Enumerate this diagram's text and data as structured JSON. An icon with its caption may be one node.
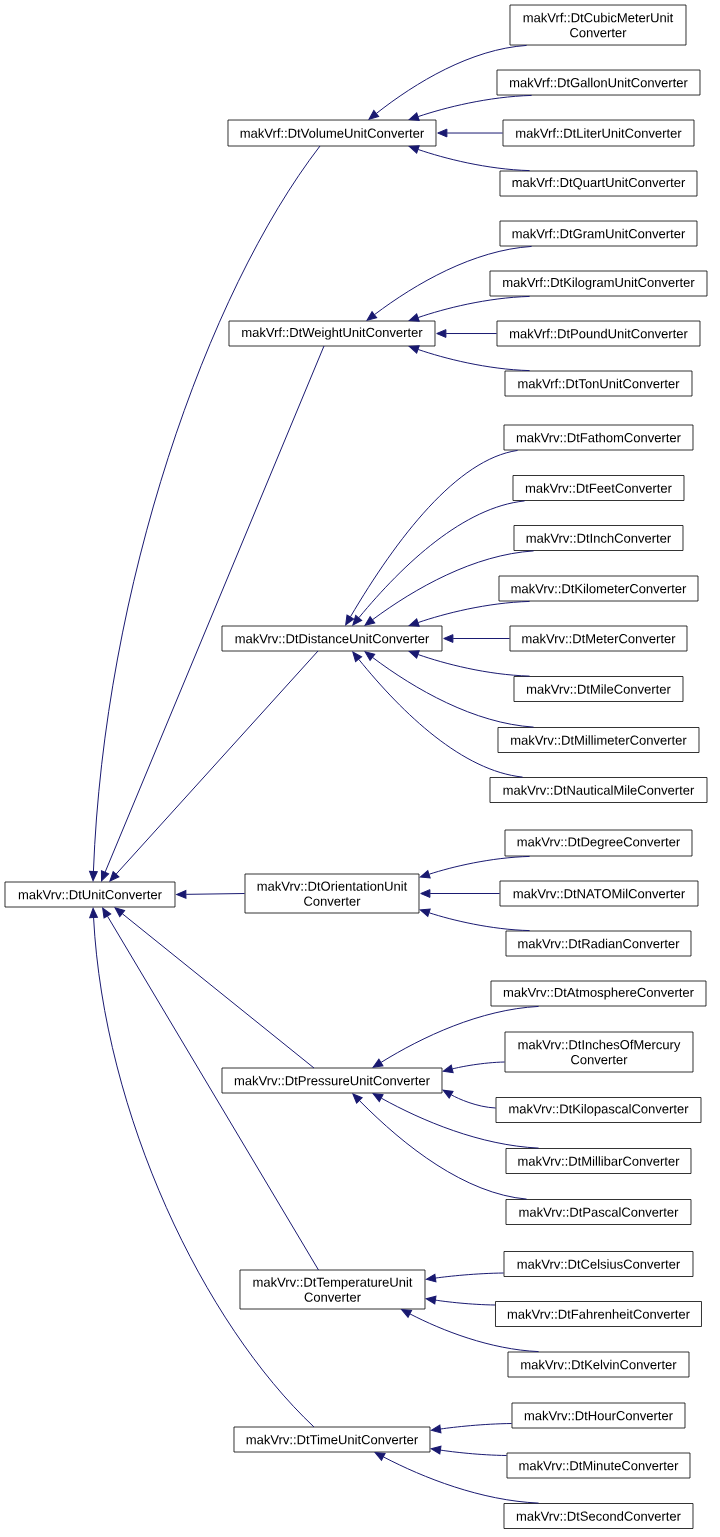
{
  "diagram": {
    "nodes": [
      {
        "text": [
          "makVrv::DtUnitConverter"
        ]
      },
      {
        "text": [
          "makVrf::DtVolumeUnitConverter"
        ]
      },
      {
        "text": [
          "makVrf::DtWeightUnitConverter"
        ]
      },
      {
        "text": [
          "makVrv::DtDistanceUnitConverter"
        ]
      },
      {
        "text": [
          "makVrv::DtOrientationUnit Converter"
        ]
      },
      {
        "text": [
          "makVrv::DtPressureUnitConverter"
        ]
      },
      {
        "text": [
          "makVrv::DtTemperatureUnit Converter"
        ]
      },
      {
        "text": [
          "makVrv::DtTimeUnitConverter"
        ]
      },
      {
        "text": [
          "makVrf::DtCubicMeterUnit Converter"
        ]
      },
      {
        "text": [
          "makVrf::DtGallonUnitConverter"
        ]
      },
      {
        "text": [
          "makVrf::DtLiterUnitConverter"
        ]
      },
      {
        "text": [
          "makVrf::DtQuartUnitConverter"
        ]
      },
      {
        "text": [
          "makVrf::DtGramUnitConverter"
        ]
      },
      {
        "text": [
          "makVrf::DtKilogramUnitConverter"
        ]
      },
      {
        "text": [
          "makVrf::DtPoundUnitConverter"
        ]
      },
      {
        "text": [
          "makVrf::DtTonUnitConverter"
        ]
      },
      {
        "text": [
          "makVrv::DtFathomConverter"
        ]
      },
      {
        "text": [
          "makVrv::DtFeetConverter"
        ]
      },
      {
        "text": [
          "makVrv::DtInchConverter"
        ]
      },
      {
        "text": [
          "makVrv::DtKilometerConverter"
        ]
      },
      {
        "text": [
          "makVrv::DtMeterConverter"
        ]
      },
      {
        "text": [
          "makVrv::DtMileConverter"
        ]
      },
      {
        "text": [
          "makVrv::DtMillimeterConverter"
        ]
      },
      {
        "text": [
          "makVrv::DtNauticalMileConverter"
        ]
      },
      {
        "text": [
          "makVrv::DtDegreeConverter"
        ]
      },
      {
        "text": [
          "makVrv::DtNATOMilConverter"
        ]
      },
      {
        "text": [
          "makVrv::DtRadianConverter"
        ]
      },
      {
        "text": [
          "makVrv::DtAtmosphereConverter"
        ]
      },
      {
        "text": [
          "makVrv::DtInchesOfMercury Converter"
        ]
      },
      {
        "text": [
          "makVrv::DtKilopascalConverter"
        ]
      },
      {
        "text": [
          "makVrv::DtMillibarConverter"
        ]
      },
      {
        "text": [
          "makVrv::DtPascalConverter"
        ]
      },
      {
        "text": [
          "makVrv::DtCelsiusConverter"
        ]
      },
      {
        "text": [
          "makVrv::DtFahrenheitConverter"
        ]
      },
      {
        "text": [
          "makVrv::DtKelvinConverter"
        ]
      },
      {
        "text": [
          "makVrv::DtHourConverter"
        ]
      },
      {
        "text": [
          "makVrv::DtMinuteConverter"
        ]
      },
      {
        "text": [
          "makVrv::DtSecondConverter"
        ]
      }
    ],
    "edges": [
      {
        "from": 1,
        "to": 0,
        "arrow": "to"
      },
      {
        "from": 2,
        "to": 0,
        "arrow": "to"
      },
      {
        "from": 3,
        "to": 0,
        "arrow": "to"
      },
      {
        "from": 4,
        "to": 0,
        "arrow": "to"
      },
      {
        "from": 5,
        "to": 0,
        "arrow": "to"
      },
      {
        "from": 6,
        "to": 0,
        "arrow": "to"
      },
      {
        "from": 7,
        "to": 0,
        "arrow": "to"
      },
      {
        "from": 8,
        "to": 1,
        "arrow": "to"
      },
      {
        "from": 9,
        "to": 1,
        "arrow": "to"
      },
      {
        "from": 10,
        "to": 1,
        "arrow": "to"
      },
      {
        "from": 11,
        "to": 1,
        "arrow": "to"
      },
      {
        "from": 12,
        "to": 2,
        "arrow": "to"
      },
      {
        "from": 13,
        "to": 2,
        "arrow": "to"
      },
      {
        "from": 14,
        "to": 2,
        "arrow": "to"
      },
      {
        "from": 15,
        "to": 2,
        "arrow": "to"
      },
      {
        "from": 16,
        "to": 3,
        "arrow": "to"
      },
      {
        "from": 17,
        "to": 3,
        "arrow": "to"
      },
      {
        "from": 18,
        "to": 3,
        "arrow": "to"
      },
      {
        "from": 19,
        "to": 3,
        "arrow": "to"
      },
      {
        "from": 20,
        "to": 3,
        "arrow": "to"
      },
      {
        "from": 21,
        "to": 3,
        "arrow": "to"
      },
      {
        "from": 22,
        "to": 3,
        "arrow": "to"
      },
      {
        "from": 23,
        "to": 3,
        "arrow": "to"
      },
      {
        "from": 24,
        "to": 4,
        "arrow": "to"
      },
      {
        "from": 25,
        "to": 4,
        "arrow": "to"
      },
      {
        "from": 26,
        "to": 4,
        "arrow": "to"
      },
      {
        "from": 27,
        "to": 5,
        "arrow": "to"
      },
      {
        "from": 28,
        "to": 5,
        "arrow": "to"
      },
      {
        "from": 29,
        "to": 5,
        "arrow": "to"
      },
      {
        "from": 30,
        "to": 5,
        "arrow": "to"
      },
      {
        "from": 31,
        "to": 5,
        "arrow": "to"
      },
      {
        "from": 32,
        "to": 6,
        "arrow": "to"
      },
      {
        "from": 33,
        "to": 6,
        "arrow": "to"
      },
      {
        "from": 34,
        "to": 6,
        "arrow": "to"
      },
      {
        "from": 35,
        "to": 7,
        "arrow": "to"
      },
      {
        "from": 36,
        "to": 7,
        "arrow": "to"
      },
      {
        "from": 37,
        "to": 7,
        "arrow": "to"
      }
    ]
  }
}
